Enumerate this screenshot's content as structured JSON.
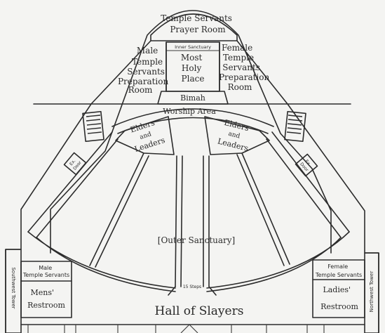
{
  "rooms": {
    "prayer_room": [
      "Temple Servants",
      "Prayer Room"
    ],
    "male_prep": [
      "Male",
      "Temple",
      "Servants",
      "Preparation",
      "Room"
    ],
    "inner_sanctuary": "Inner Sanctuary",
    "most_holy": [
      "Most",
      "Holy",
      "Place"
    ],
    "female_prep": [
      "Female",
      "Temple",
      "Servants",
      "Preparation",
      "Room"
    ],
    "bimah": "Bimah",
    "worship_area": "Worship Area",
    "elders_left": [
      "Elders",
      "and",
      "Leaders"
    ],
    "elders_right": [
      "Elders",
      "and",
      "Leaders"
    ],
    "outer_sanctuary": "[Outer Sanctuary]",
    "exit_left": [
      "Ex.",
      "Door"
    ],
    "exit_right": [
      "Ex.",
      "Door"
    ],
    "southwest_tower": "Southwest Tower",
    "northwest_tower": "Northwest Tower",
    "mens_servants": [
      "Male",
      "Temple Servants"
    ],
    "mens_restroom": [
      "Mens'",
      "Restroom"
    ],
    "ladies_servants": [
      "Female",
      "Temple Servants"
    ],
    "ladies_restroom": [
      "Ladies'",
      "Restroom"
    ],
    "steps": "15 Steps",
    "hall_of_slayers": "Hall of Slayers"
  }
}
